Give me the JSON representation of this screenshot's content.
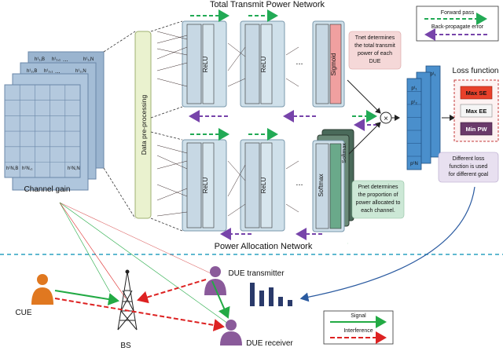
{
  "top_title": "Total Transmit Power Network",
  "bottom_title": "Power Allocation Network",
  "channel_gain_label": "Channel gain",
  "preprocess_label": "Data pre-processing",
  "layers": {
    "relu": "ReLU",
    "sigmoid": "Sigmoid",
    "softmax": "Softmax",
    "ellipsis": "..."
  },
  "legend_top": {
    "forward": "Forward pass",
    "backward": "Back-propagate error"
  },
  "tnet_note": [
    "Tnet determines",
    "the total transmit",
    "power of each",
    "DUE"
  ],
  "pnet_note": [
    "Pnet determines",
    "the proportion of",
    "power allocated to",
    "each channel."
  ],
  "loss": {
    "title": "Loss function",
    "options": [
      "Max SE",
      "Max EE",
      "Min PW"
    ],
    "note": [
      "Different loss",
      "function is used",
      "for different goal"
    ]
  },
  "multiply_symbol": "×",
  "matrix_cells": [
    "h¹₁,B",
    "h¹₁,₁",
    "h¹₁,N",
    "h¹₂,B",
    "h¹₂,₁",
    "h¹₂,N",
    "h¹N,B",
    "h¹N,₁",
    "h¹N,N"
  ],
  "output_cells": [
    "p¹₁",
    "p¹₂",
    "p¹N"
  ],
  "legend_bottom": {
    "signal": "Signal",
    "interference": "Interference"
  },
  "nodes": {
    "cue": "CUE",
    "bs": "BS",
    "due_tx": "DUE transmitter",
    "due_rx": "DUE receiver"
  },
  "colors": {
    "forward": "#22aa55",
    "backward": "#7744aa",
    "net_fill": "#cfe0ea",
    "sigmoid": "#f0a0a0",
    "softmax": "#6aa98a",
    "relu_cell": "#d9a3ad",
    "output": "#4a8fcc",
    "max_se": "#e8402a",
    "max_ee": "#f5f5f5",
    "min_pw": "#6a3a6a",
    "cue": "#e07820",
    "due": "#8a5a9a",
    "signal": "#22aa44",
    "interference": "#dd2222"
  }
}
